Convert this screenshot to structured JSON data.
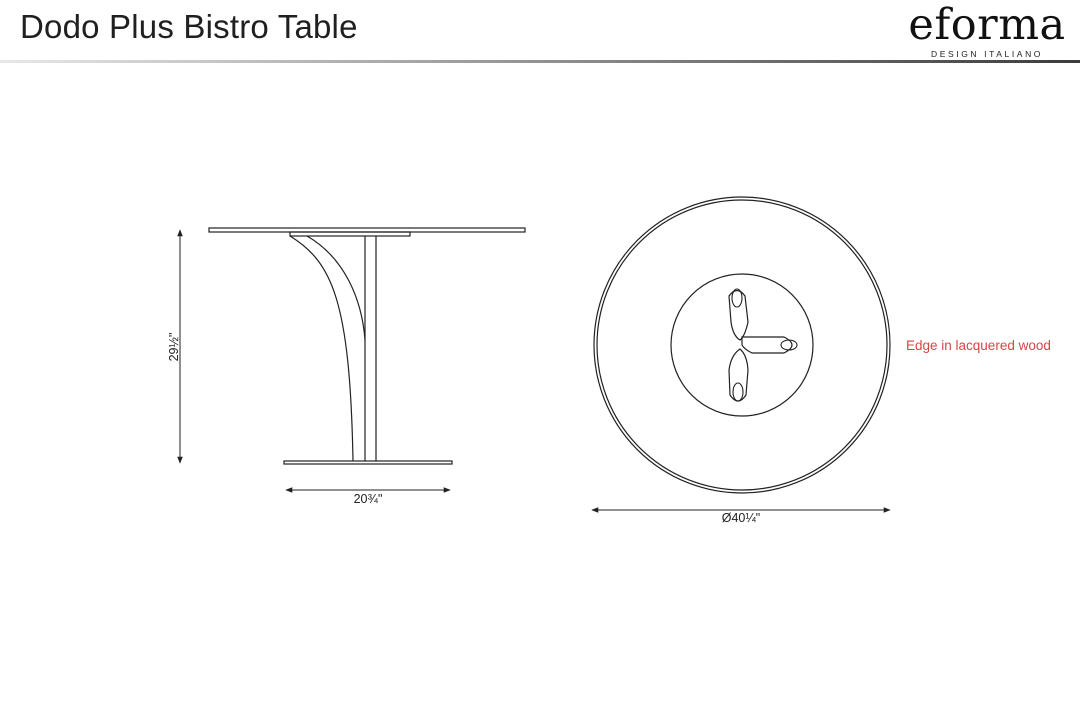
{
  "header": {
    "title": "Dodo Plus Bistro Table",
    "logo_word": "eforma",
    "logo_tagline": "DESIGN ITALIANO"
  },
  "drawing": {
    "side_view": {
      "height_label": "29½\"",
      "base_width_label": "20¾\""
    },
    "top_view": {
      "diameter_label": "Ø40¼\"",
      "edge_note": "Edge in lacquered wood"
    }
  },
  "colors": {
    "line": "#222222",
    "note": "#d24848"
  }
}
